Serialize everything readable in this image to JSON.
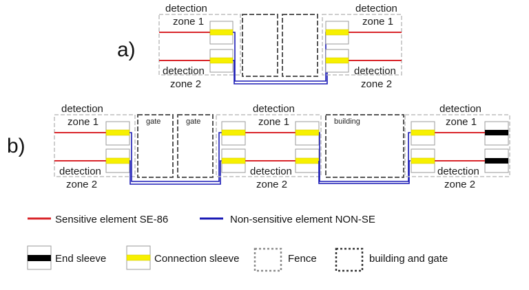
{
  "panels": {
    "a": {
      "label": "a)",
      "zone1": [
        "detection",
        "zone 1"
      ],
      "zone2": [
        "detection",
        "zone 2"
      ]
    },
    "b": {
      "label": "b)",
      "zone1": [
        "detection",
        "zone 1"
      ],
      "zone2": [
        "detection",
        "zone 2"
      ],
      "gate_label": "gate",
      "building_label": "building"
    }
  },
  "legend": {
    "sensitive": "Sensitive element SE-86",
    "non_sensitive": "Non-sensitive element NON-SE",
    "end_sleeve": "End sleeve",
    "connection_sleeve": "Connection sleeve",
    "fence": "Fence",
    "building_gate": "building and gate"
  },
  "colors": {
    "sensitive": "#d9252a",
    "non_sensitive": "#1a1ab5",
    "connection_sleeve": "#f7f000",
    "end_sleeve": "#000000"
  }
}
